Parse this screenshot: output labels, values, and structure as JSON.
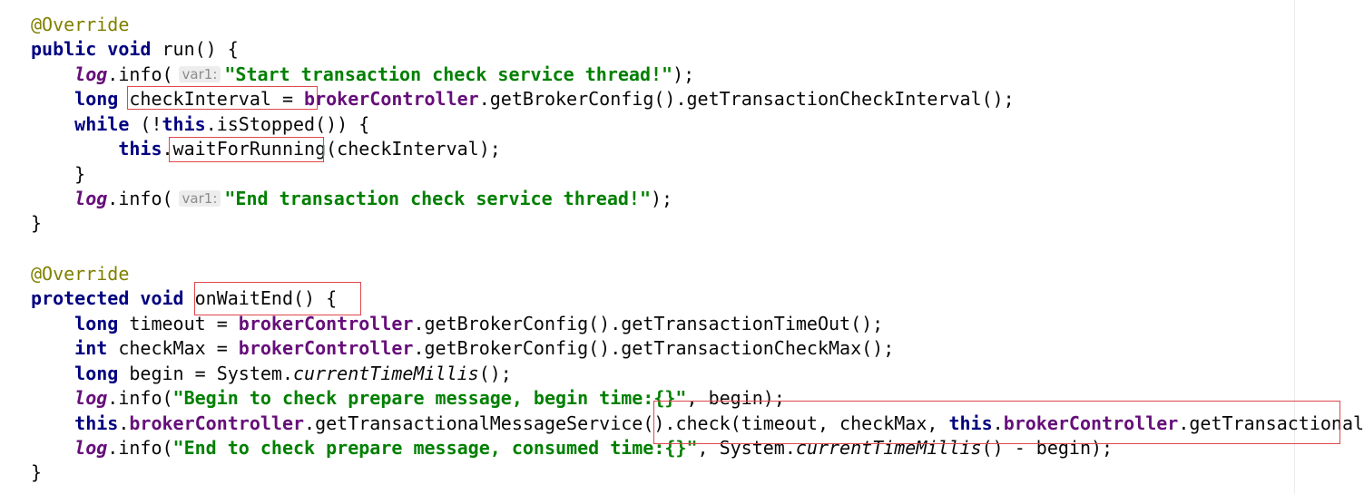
{
  "code": {
    "annotation": "@Override",
    "kw_public": "public",
    "kw_protected": "protected",
    "kw_void": "void",
    "kw_long": "long",
    "kw_int": "int",
    "kw_while": "while",
    "kw_this": "this",
    "log": "log",
    "broker": "brokerController",
    "hint_var1": "var1:",
    "l2_rest": " run() {",
    "l3_a": ".info(",
    "l3_str": "\"Start transaction check service thread!\"",
    "l3_b": ");",
    "l4_a": " checkInterval = ",
    "l4_b": ".getBrokerConfig().getTransactionCheckInterval();",
    "l5_a": " (!",
    "l5_b": ".isStopped()) {",
    "l6_a": ".waitForRunning(checkInterval);",
    "l7": "}",
    "l8_str": "\"End transaction check service thread!\"",
    "l9": "}",
    "l12_rest": " onWaitEnd() {",
    "l13_a": " timeout = ",
    "l13_b": ".getBrokerConfig().getTransactionTimeOut();",
    "l14_a": " checkMax = ",
    "l14_b": ".getBrokerConfig().getTransactionCheckMax();",
    "l15_a": " begin = System.",
    "l15_m": "currentTimeMillis",
    "l15_b": "();",
    "l16_a": ".info(",
    "l16_str": "\"Begin to check prepare message, begin time:{}\"",
    "l16_b": ", begin);",
    "l17_a": ".",
    "l17_b": ".getTransactionalMessageService().check(timeout, checkMax, ",
    "l17_c": ".",
    "l17_d": ".getTransactionalMessageCheckListener());",
    "l18_str": "\"End to check prepare message, consumed time:{}\"",
    "l18_a": ", System.",
    "l18_b": "() - begin);",
    "l19": "}"
  }
}
